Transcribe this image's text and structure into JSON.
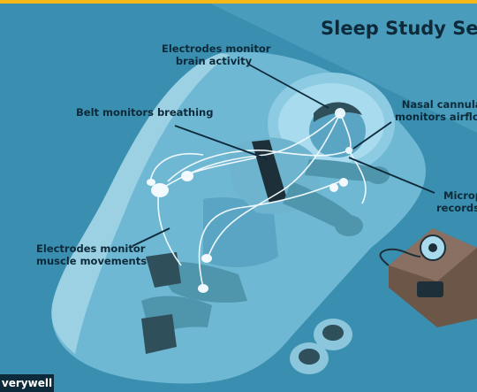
{
  "title": "Sleep Study Set",
  "labels": {
    "brain": [
      "Electrodes monitor",
      "brain activity"
    ],
    "breathing": "Belt monitors breathing",
    "nasal": [
      "Nasal cannula",
      "monitors airflow"
    ],
    "microphone": [
      "Microp",
      "records s"
    ],
    "muscle": [
      "Electrodes monitor",
      "muscle movements"
    ]
  },
  "brand": "verywell",
  "colors": {
    "background": "#3a8fb0",
    "accent_bar": "#f5b817",
    "text": "#0d2a3a",
    "skin": "#4f95ac",
    "shirt": "#6eb4cf",
    "sock": "#2f4f5a"
  }
}
